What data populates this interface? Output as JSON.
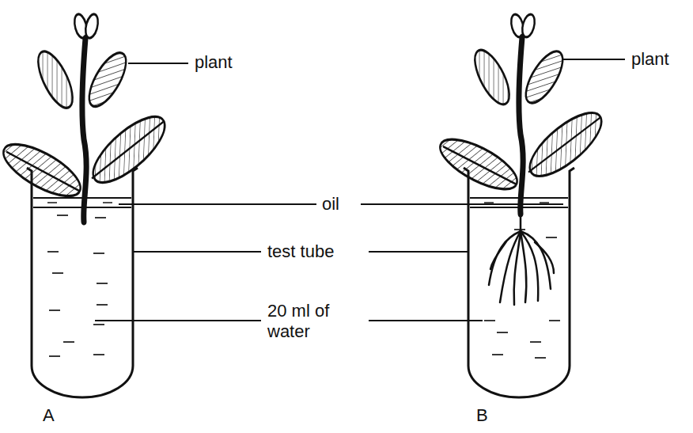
{
  "diagram": {
    "labels": [
      "plant",
      "plant",
      "oil",
      "test tube",
      "20 ml of water",
      "A",
      "B"
    ]
  }
}
